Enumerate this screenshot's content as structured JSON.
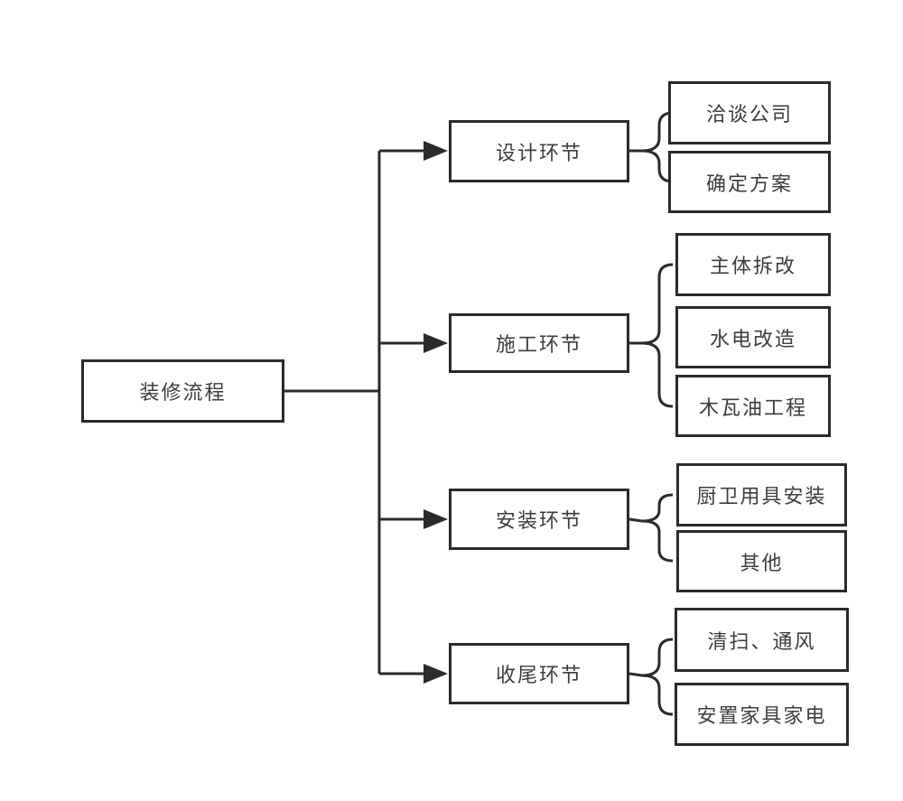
{
  "diagram": {
    "root": {
      "label": "装修流程"
    },
    "branches": [
      {
        "label": "设计环节",
        "children": [
          "洽谈公司",
          "确定方案"
        ]
      },
      {
        "label": "施工环节",
        "children": [
          "主体拆改",
          "水电改造",
          "木瓦油工程"
        ]
      },
      {
        "label": "安装环节",
        "children": [
          "厨卫用具安装",
          "其他"
        ]
      },
      {
        "label": "收尾环节",
        "children": [
          "清扫、通风",
          "安置家具家电"
        ]
      }
    ],
    "colors": {
      "line": "#2b2b2b",
      "box_border": "#2b2b2b",
      "box_fill": "#ffffff",
      "text": "#3d3d3d",
      "background": "#ffffff"
    }
  }
}
